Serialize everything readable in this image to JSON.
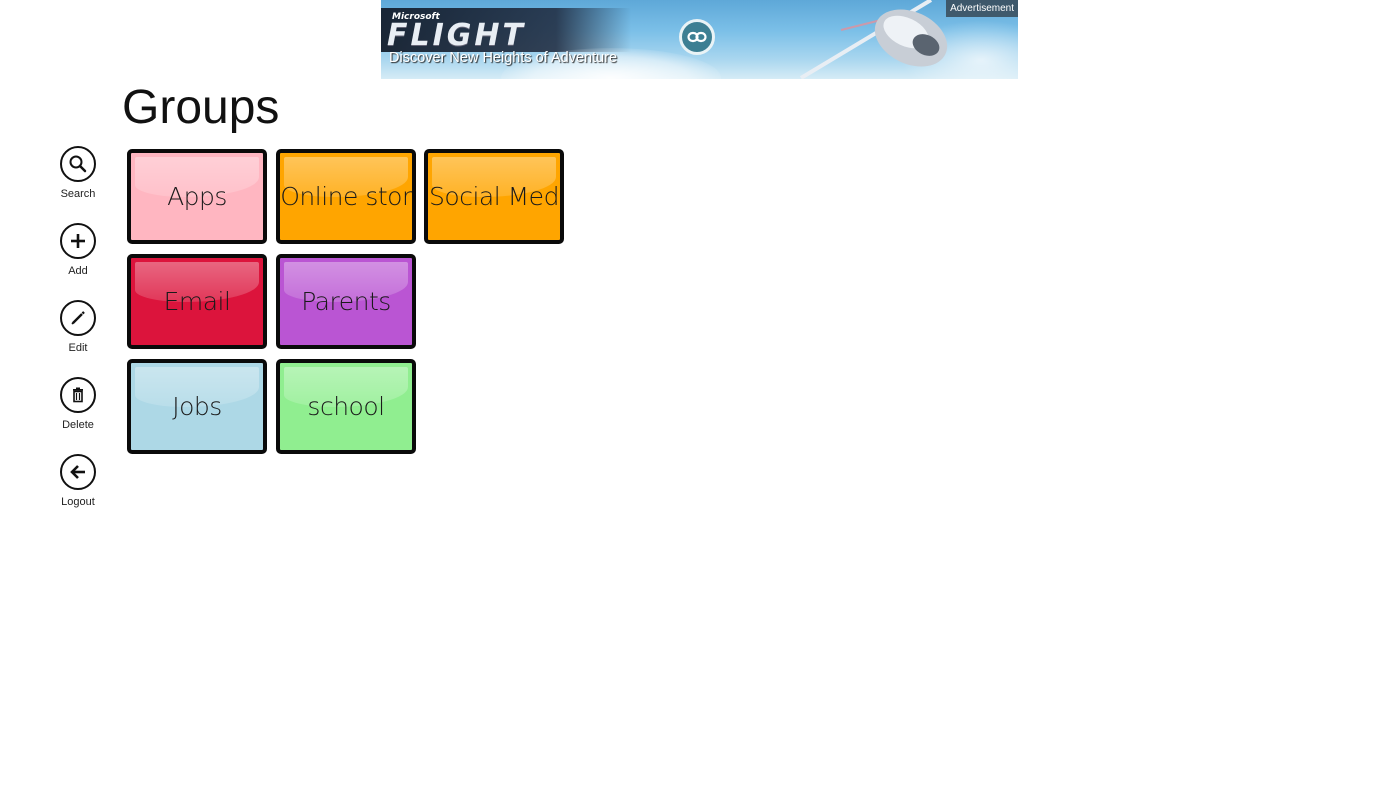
{
  "advertisement": {
    "brand_small": "Microsoft",
    "brand_large": "FLIGHT",
    "tagline": "Discover New Heights of Adventure",
    "label": "Advertisement",
    "link_icon": "link-icon"
  },
  "page": {
    "title": "Groups"
  },
  "appbar": {
    "items": [
      {
        "label": "Search",
        "icon": "search-icon"
      },
      {
        "label": "Add",
        "icon": "plus-icon"
      },
      {
        "label": "Edit",
        "icon": "pencil-icon"
      },
      {
        "label": "Delete",
        "icon": "trash-icon"
      },
      {
        "label": "Logout",
        "icon": "back-arrow-icon"
      }
    ]
  },
  "groups": [
    {
      "label": "Apps",
      "color": "#ffb6c1"
    },
    {
      "label": "Online stor",
      "color": "#ffa500"
    },
    {
      "label": "Social Med",
      "color": "#ffa500"
    },
    {
      "label": "Email",
      "color": "#dc143c"
    },
    {
      "label": "Parents",
      "color": "#ba55d3"
    },
    {
      "label": "Jobs",
      "color": "#add8e6"
    },
    {
      "label": "school",
      "color": "#90ee90"
    }
  ]
}
